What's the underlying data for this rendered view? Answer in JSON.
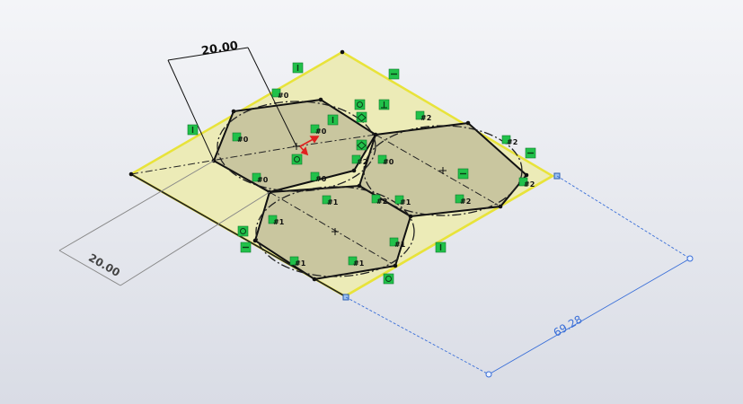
{
  "window": {
    "title": ""
  },
  "sketch": {
    "colors": {
      "plate_fill": "#ecebb7",
      "plate_edge": "#e8e33a",
      "region_fill": "#c9c69f",
      "geometry": "#111111",
      "dim_blue": "#3a6fd8",
      "relation_green": "#21c14a"
    },
    "dimensions": {
      "top": "20.00",
      "left": "20.00",
      "right": "69.28"
    },
    "relations": [
      {
        "id": "perp-top",
        "label": "",
        "icon": "perpendicular-icon"
      },
      {
        "id": "rel-0-a",
        "label": "#0",
        "icon": "coincident-icon"
      },
      {
        "id": "rel-0-b",
        "label": "#0",
        "icon": "coincident-icon"
      },
      {
        "id": "rel-0-c",
        "label": "#0",
        "icon": "coincident-icon"
      },
      {
        "id": "rel-0-d",
        "label": "#0",
        "icon": "coincident-icon"
      },
      {
        "id": "rel-0-e",
        "label": "#0",
        "icon": "coincident-icon"
      },
      {
        "id": "rel-0-f",
        "label": "#0",
        "icon": "coincident-icon"
      },
      {
        "id": "rel-1-a",
        "label": "#1",
        "icon": "coincident-icon"
      },
      {
        "id": "rel-1-b",
        "label": "#1",
        "icon": "coincident-icon"
      },
      {
        "id": "rel-1-c",
        "label": "#1",
        "icon": "coincident-icon"
      },
      {
        "id": "rel-1-d",
        "label": "#1",
        "icon": "coincident-icon"
      },
      {
        "id": "rel-1-e",
        "label": "#1",
        "icon": "coincident-icon"
      },
      {
        "id": "rel-1-f",
        "label": "#1",
        "icon": "coincident-icon"
      },
      {
        "id": "rel-2-a",
        "label": "#2",
        "icon": "coincident-icon"
      },
      {
        "id": "rel-2-b",
        "label": "#2",
        "icon": "coincident-icon"
      },
      {
        "id": "rel-2-c",
        "label": "#2",
        "icon": "coincident-icon"
      },
      {
        "id": "rel-2-d",
        "label": "#2",
        "icon": "coincident-icon"
      },
      {
        "id": "rel-2-e",
        "label": "#2",
        "icon": "coincident-icon"
      },
      {
        "id": "rel-2-f",
        "label": "#2",
        "icon": "coincident-icon"
      }
    ]
  }
}
